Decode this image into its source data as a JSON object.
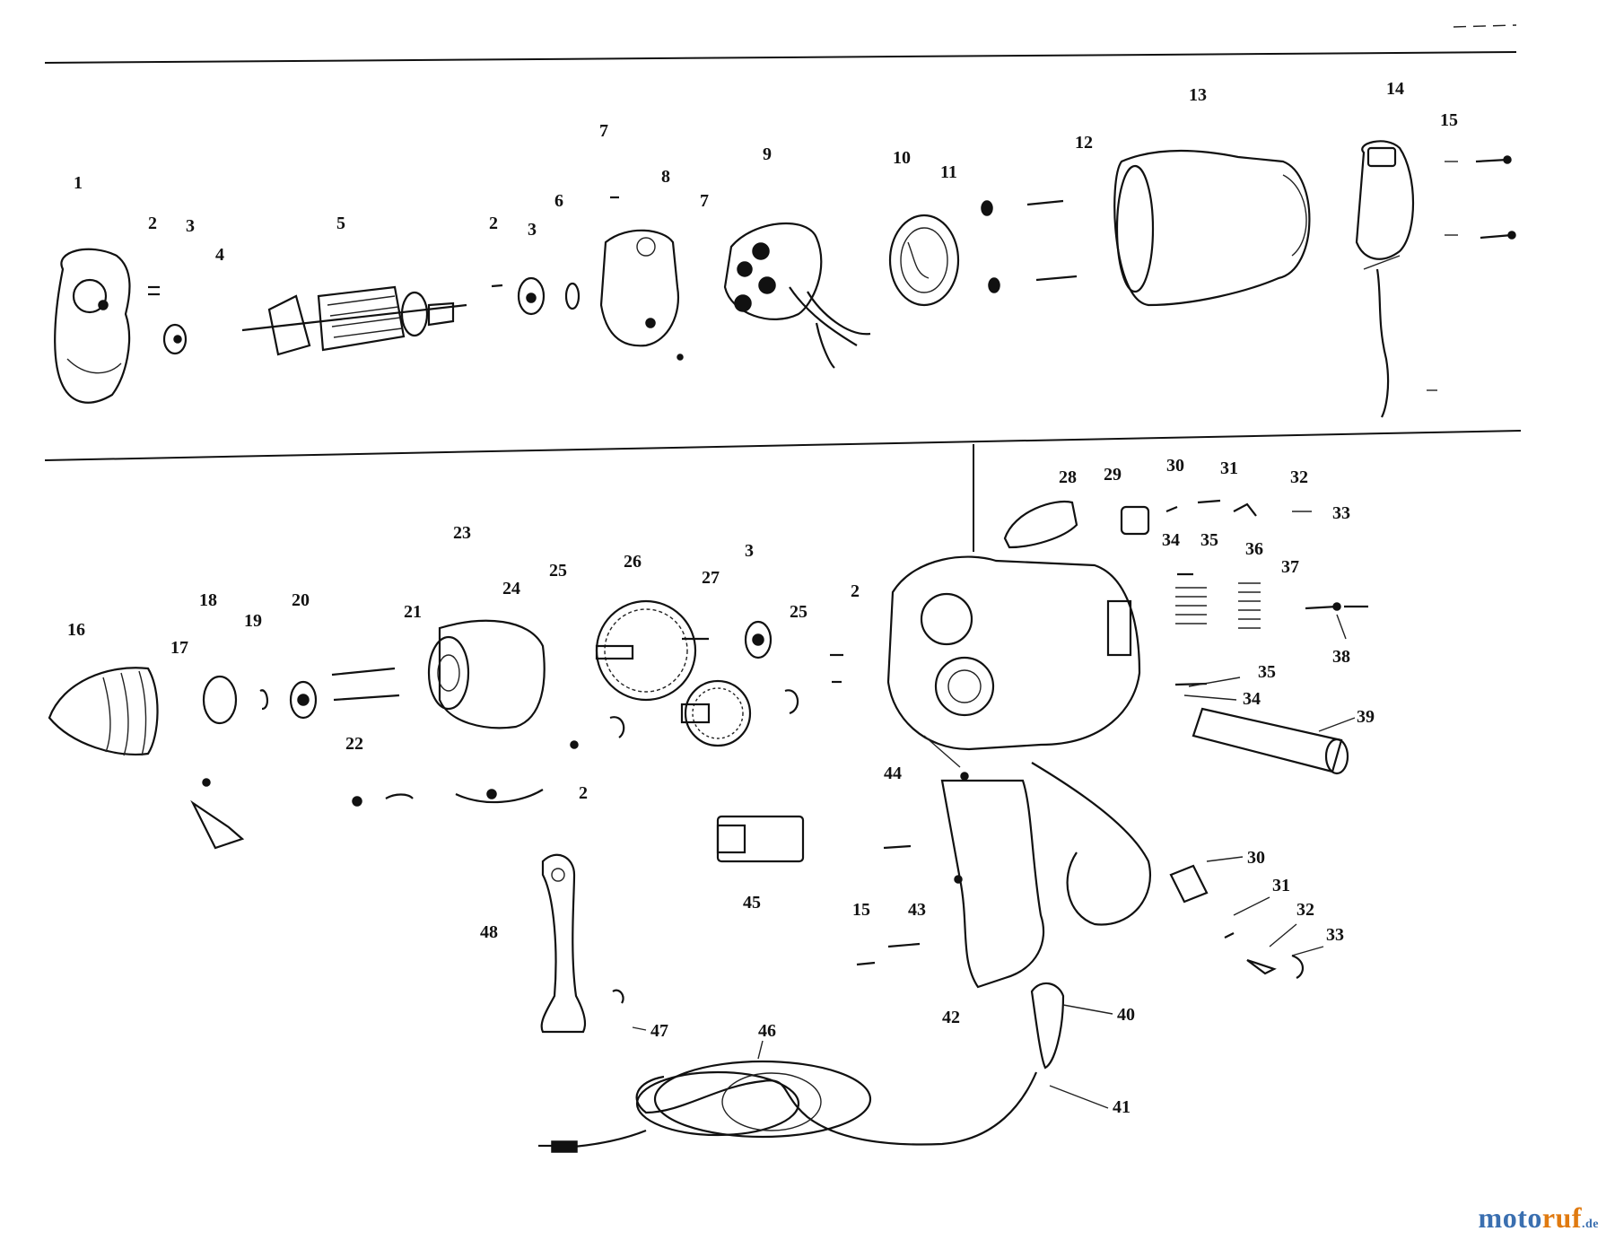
{
  "labels": [
    "1",
    "2",
    "3",
    "4",
    "5",
    "2",
    "3",
    "6",
    "7",
    "8",
    "7",
    "9",
    "10",
    "11",
    "12",
    "13",
    "14",
    "15",
    "16",
    "17",
    "18",
    "19",
    "20",
    "21",
    "22",
    "23",
    "24",
    "25",
    "26",
    "27",
    "3",
    "25",
    "2",
    "28",
    "29",
    "30",
    "31",
    "32",
    "33",
    "34",
    "35",
    "36",
    "37",
    "38",
    "35",
    "34",
    "39",
    "44",
    "45",
    "15",
    "43",
    "30",
    "31",
    "32",
    "33",
    "42",
    "40",
    "41",
    "46",
    "47",
    "48",
    "2"
  ],
  "watermark": {
    "a": "moto",
    "b": "ruf",
    "c": ".de"
  }
}
